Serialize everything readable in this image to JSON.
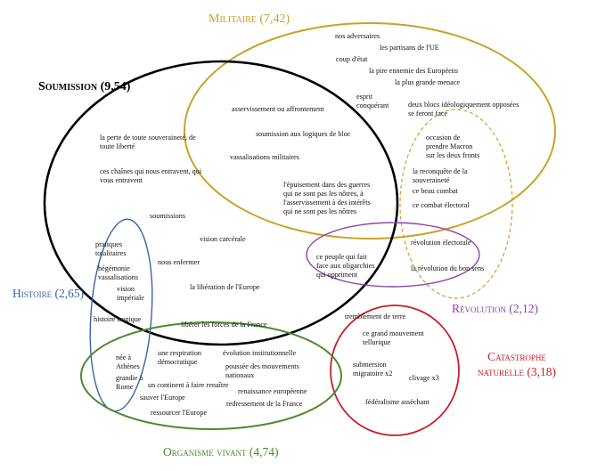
{
  "sets": {
    "militaire": {
      "label": "Militaire (7,42)",
      "color": "#c9a227"
    },
    "soumission": {
      "label": "Soumission (9,54)",
      "color": "#000000"
    },
    "histoire": {
      "label": "Histoire (2,65)",
      "color": "#3a62a7"
    },
    "revolution": {
      "label": "Révolution (2,12)",
      "color": "#8e44ad"
    },
    "catastrophe": {
      "label": "Catastrophe naturelle (3,18)",
      "color": "#c8202a"
    },
    "organisme": {
      "label": "Organisme vivant (4,74)",
      "color": "#4d8a2f"
    },
    "dashed": {
      "color": "#d69a2e"
    }
  },
  "terms": {
    "nos_adversaires": "nos adversaires",
    "partisans_ue": "les partisans de l'UE",
    "coup_etat": "coup d'état",
    "pire_ennemie": "la pire ennemie des Européens",
    "plus_grande_menace": "la plus grande menace",
    "esprit_conquerant": "esprit\nconquérant",
    "deux_blocs": "deux blocs idéologiquement opposées\nse feront face",
    "asservissement": "asservissement ou affrontement",
    "soumission_logiques": "soumission aux logiques de bloc",
    "vassalisations": "vassalisations militaires",
    "epuisement": "l'épuisement dans des guerres\nqui ne sont pas les nôtres, à\nl'asservissement à des intérêts\nqui ne sont pas les nôtres",
    "perte_souverainete": "la perte de toute souveraineté, de\ntoute liberté",
    "chaines": "ces chaînes qui nous entravent, qui\nvous entravent",
    "soumissions": "soumissions",
    "vision_carcerale": "vision carcérale",
    "nous_enfermer": "nous enfermer",
    "liberation_europe": "la libération de l'Europe",
    "occasion_macron": "occasion de\nprendre Macron\nsur les deux fronts",
    "reconquete": "la reconquête de la\nsouveraineté",
    "beau_combat": "ce beau combat",
    "combat_electoral": "ce combat électoral",
    "revolution_electorale": "révolution électorale",
    "revolution_bon_sens": "la révolution du bon sens",
    "peuple_oligarchies": "ce peuple qui fait\nface aux oligarchies\nqui oppriment",
    "pratiques_totalitaires": "pratiques\ntotalitaires",
    "hegemonie": "hégémonie\nvassalisations",
    "vision_imperiale": "vision\nimpériale",
    "histoire_tragique": "histoire tragique",
    "liberer_forces": "libérer les forces de la France",
    "nee_athenes": "née à\nAthènes",
    "grandie_rome": "grandie à\nRome",
    "respiration": "une respiration\ndémocratique",
    "continent": "un continent à faire renaître",
    "sauver_europe": "sauver l'Europe",
    "ressourcer": "ressourcer l'Europe",
    "evolution_inst": "évolution institutionnelle",
    "poussee": "poussée des mouvements\nnationaux",
    "renaissance": "renaissance européenne",
    "redressement": "redressement de la France",
    "tremblement": "tremblement de terre",
    "grand_mouvement": "ce grand mouvement\ntellurique",
    "submersion": "submersion\nmigratoire x2",
    "clivage": "clivage x3",
    "federalisme": "fédéralisme asséchant"
  }
}
